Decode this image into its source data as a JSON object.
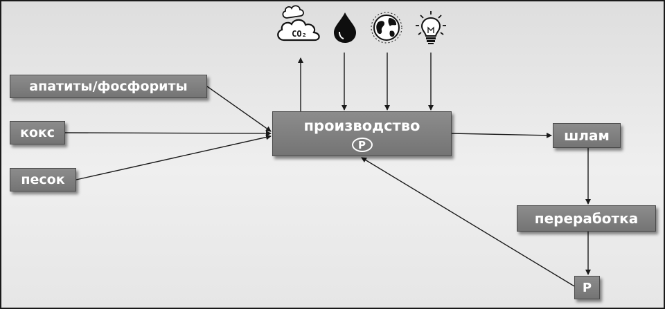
{
  "nodes": {
    "apatite": "апатиты/фосфориты",
    "koks": "кокс",
    "pesok": "песок",
    "production": "производство",
    "production_badge": "Р",
    "shlam": "шлам",
    "pererabotka": "переработка",
    "p_box": "Р"
  },
  "icons": {
    "co2": {
      "icon": "cloud-co2-icon",
      "text": "CO₂"
    },
    "water": {
      "icon": "water-drop-icon"
    },
    "earth": {
      "icon": "globe-icon"
    },
    "energy": {
      "icon": "light-bulb-icon"
    }
  },
  "colors": {
    "node_fill": "#7f7f7f",
    "text": "#ffffff",
    "line": "#1a1a1a"
  }
}
